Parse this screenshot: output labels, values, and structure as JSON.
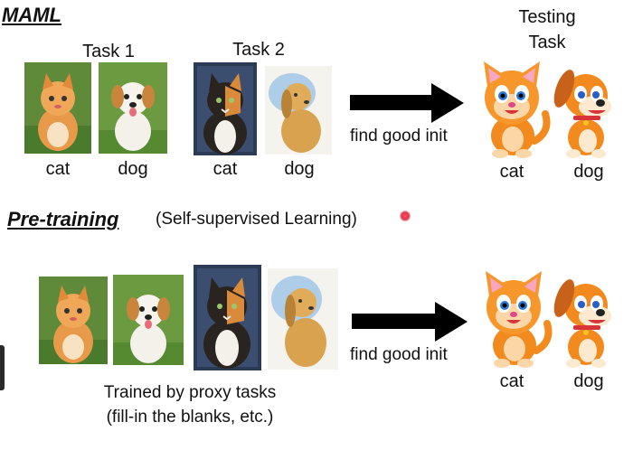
{
  "maml": {
    "heading": "MAML",
    "task1_label": "Task 1",
    "task2_label": "Task 2",
    "testing_label_line1": "Testing",
    "testing_label_line2": "Task",
    "row_labels": [
      "cat",
      "dog",
      "cat",
      "dog"
    ],
    "arrow_caption": "find good init",
    "test_labels": [
      "cat",
      "dog"
    ]
  },
  "pretraining": {
    "heading": "Pre-training",
    "subtitle": "(Self-supervised Learning)",
    "arrow_caption": "find good init",
    "test_labels": [
      "cat",
      "dog"
    ],
    "caption_line1": "Trained by proxy tasks",
    "caption_line2": "(fill-in the blanks, etc.)"
  },
  "icons": [
    "kitten-photo",
    "puppy-photo",
    "painted-cat",
    "painted-dog",
    "cartoon-cat",
    "cartoon-dog",
    "right-arrow-icon",
    "laser-pointer-dot"
  ],
  "colors": {
    "arrow": "#000000",
    "pointer": "#e0344a",
    "cartoon_orange": "#f28a1e"
  }
}
